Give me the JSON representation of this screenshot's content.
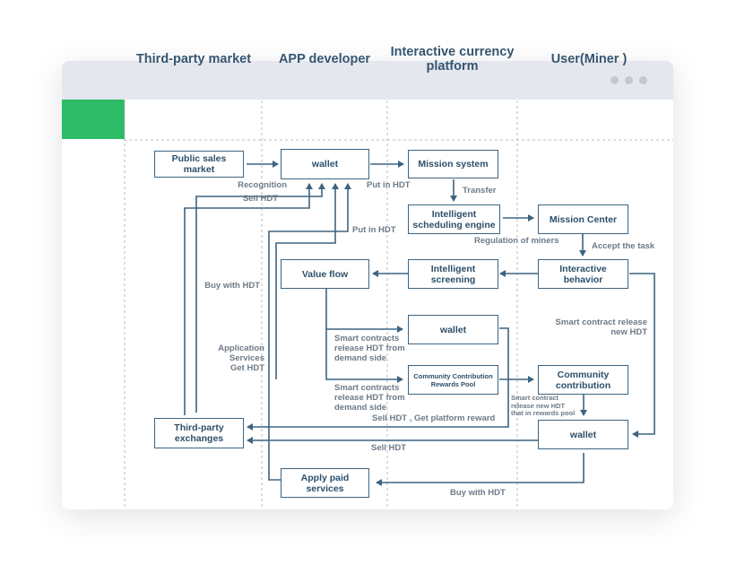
{
  "columns": [
    "Third-party market",
    "APP developer",
    "Interactive currency platform",
    "User(Miner )"
  ],
  "nodes": {
    "public_sales_market": "Public sales market",
    "wallet_app": "wallet",
    "mission_system": "Mission system",
    "intelligent_scheduling_engine": "Intelligent scheduling engine",
    "mission_center": "Mission Center",
    "value_flow": "Value flow",
    "intelligent_screening": "Intelligent screening",
    "interactive_behavior": "Interactive behavior",
    "wallet_platform": "wallet",
    "rewards_pool": "Community Contribution Rewards Pool",
    "community_contribution": "Community contribution",
    "third_party_exchanges": "Third-party exchanges",
    "wallet_user": "wallet",
    "apply_paid_services": "Apply paid services"
  },
  "labels": {
    "recognition": "Recognition",
    "sell_hdt_1": "Sell HDT",
    "put_in_hdt_1": "Put in HDT",
    "transfer": "Transfer",
    "put_in_hdt_2": "Put in HDT",
    "regulation_of_miners": "Regulation of miners",
    "accept_the_task": "Accept the task",
    "buy_with_hdt_1": "Buy with HDT",
    "smart_contract_release_new_hdt": "Smart contract release\nnew HDT",
    "application_services_get_hdt": "Application\nServices\nGet HDT",
    "smart_contracts_release_1": "Smart contracts\nrelease HDT from\ndemand side",
    "smart_contracts_release_2": "Smart contracts\nrelease HDT from\ndemand side",
    "smart_contract_release_pool": "Smart contract\nrelease new HDT\nthat in rewards pool",
    "sell_hdt_get_reward": "Sell HDT , Get platform reward",
    "sell_hdt_2": "Sell HDT",
    "buy_with_hdt_2": "Buy with HDT"
  },
  "colors": {
    "accent_green": "#2dbb67",
    "line": "#3d6480",
    "titlebar": "#e4e7ee"
  }
}
